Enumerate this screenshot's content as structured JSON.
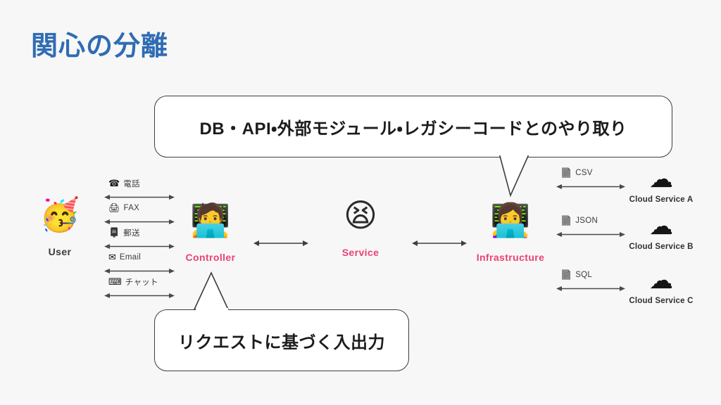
{
  "slide": {
    "title": "関心の分離",
    "title_color": "#2f6cb3",
    "background_color": "#f7f7f7",
    "accent_color": "#ea4274"
  },
  "callouts": [
    {
      "id": "top",
      "text": "DB・API・外部モジュール・レガシーコードとのやり取り",
      "points_to": "Infrastructure"
    },
    {
      "id": "bottom",
      "text": "リクエストに基づく入出力",
      "points_to": "Controller"
    }
  ],
  "nodes": [
    {
      "id": "user",
      "label": "User",
      "icon": "people-celebrating-icon",
      "glyph": "🥳"
    },
    {
      "id": "controller",
      "label": "Controller",
      "icon": "operator-with-laptop-icon",
      "glyph": "🧑‍💻"
    },
    {
      "id": "service",
      "label": "Service",
      "icon": "stressed-worker-papers-icon",
      "glyph": "😫"
    },
    {
      "id": "infrastructure",
      "label": "Infrastructure",
      "icon": "operator-woman-laptop-icon",
      "glyph": "👩‍💻"
    }
  ],
  "channels": [
    {
      "label": "電話",
      "icon": "telephone-icon",
      "glyph": "☎"
    },
    {
      "label": "FAX",
      "icon": "fax-icon",
      "glyph": "🖨"
    },
    {
      "label": "郵送",
      "icon": "postbox-icon",
      "glyph": "📮"
    },
    {
      "label": "Email",
      "icon": "envelope-icon",
      "glyph": "✉"
    },
    {
      "label": "チャット",
      "icon": "keyboard-icon",
      "glyph": "⌨"
    }
  ],
  "integrations": [
    {
      "format": "CSV",
      "format_icon": "file-icon",
      "service": "Cloud Service A",
      "service_icon": "cloud-database-icon"
    },
    {
      "format": "JSON",
      "format_icon": "file-icon",
      "service": "Cloud Service B",
      "service_icon": "cloud-database-icon"
    },
    {
      "format": "SQL",
      "format_icon": "file-icon",
      "service": "Cloud Service C",
      "service_icon": "cloud-database-icon"
    }
  ],
  "flow_arrows": [
    {
      "from": "Controller",
      "to": "Service",
      "style": "double-headed"
    },
    {
      "from": "Service",
      "to": "Infrastructure",
      "style": "double-headed"
    }
  ]
}
